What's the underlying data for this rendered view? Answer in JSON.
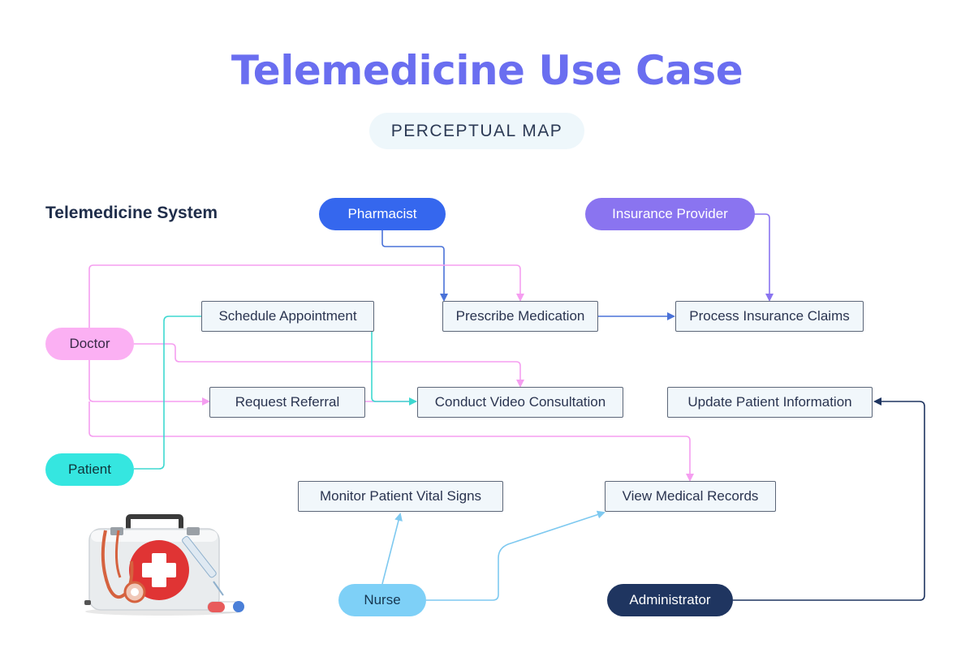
{
  "title": "Telemedicine Use Case",
  "subtitle": "PERCEPTUAL MAP",
  "system_label": "Telemedicine System",
  "actors": {
    "pharmacist": "Pharmacist",
    "insurance_provider": "Insurance Provider",
    "doctor": "Doctor",
    "patient": "Patient",
    "nurse": "Nurse",
    "administrator": "Administrator"
  },
  "use_cases": {
    "schedule_appointment": "Schedule Appointment",
    "prescribe_medication": "Prescribe Medication",
    "process_insurance_claims": "Process Insurance Claims",
    "request_referral": "Request Referral",
    "conduct_video_consultation": "Conduct Video Consultation",
    "update_patient_information": "Update Patient Information",
    "monitor_patient_vital_signs": "Monitor Patient Vital Signs",
    "view_medical_records": "View Medical Records"
  },
  "colors": {
    "title": "#6a6ef0",
    "pharmacist": "#3567ee",
    "insurance_provider": "#8a74f0",
    "doctor": "#fbb0f3",
    "patient": "#35e6e0",
    "nurse": "#7ed0f7",
    "administrator": "#1f3560"
  },
  "illustration": "first-aid-kit-icon"
}
